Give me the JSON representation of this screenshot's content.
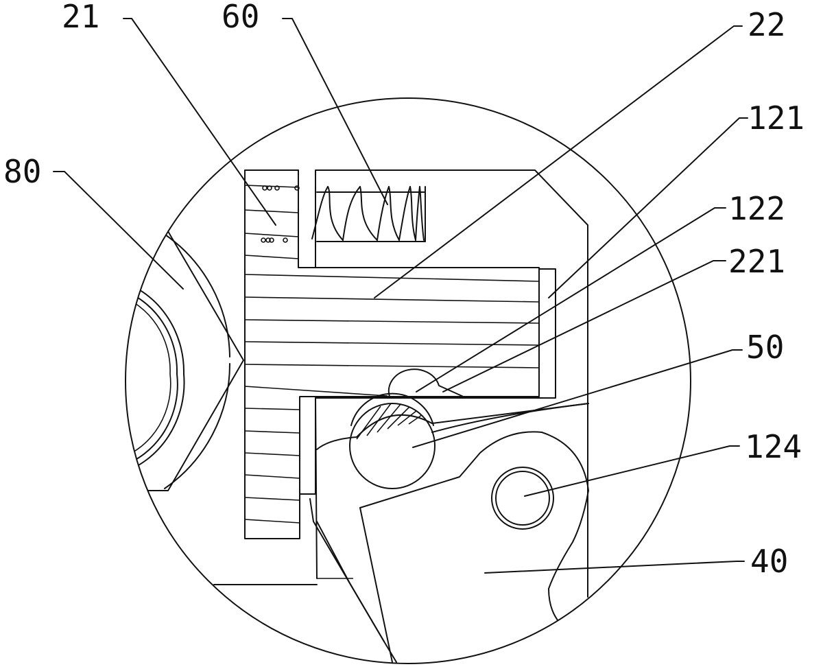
{
  "labels": {
    "l21": "21",
    "l60": "60",
    "l22": "22",
    "l80": "80",
    "l121": "121",
    "l122": "122",
    "l221": "221",
    "l50": "50",
    "l124": "124",
    "l40": "40"
  }
}
